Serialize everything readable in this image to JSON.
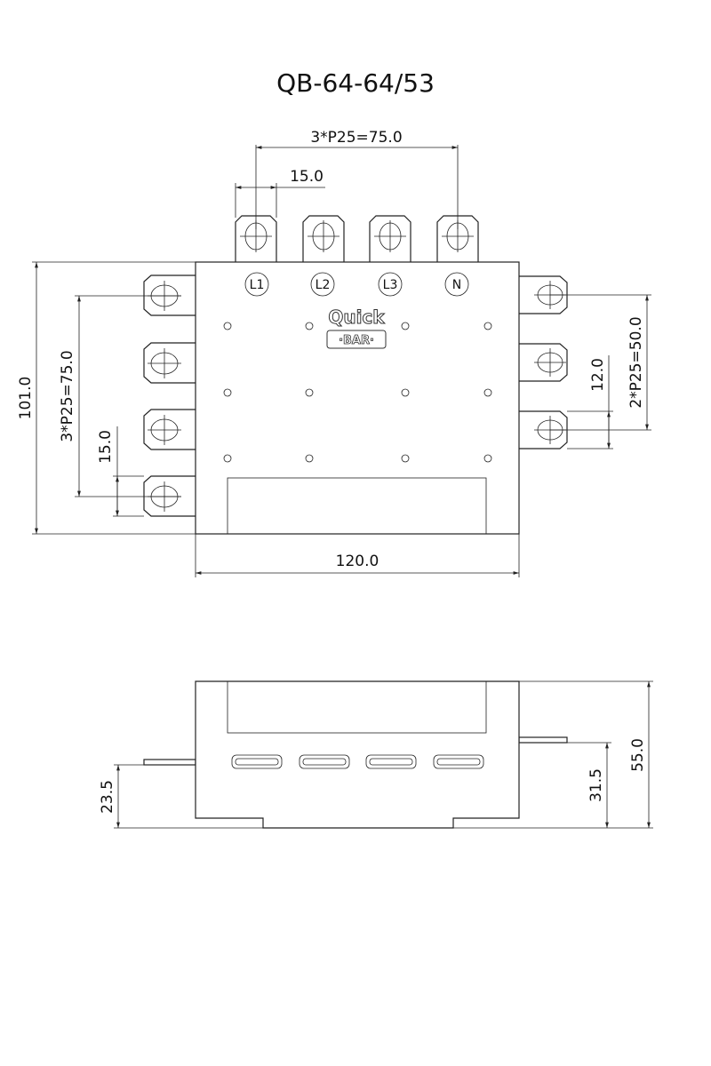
{
  "title": "QB-64-64/53",
  "logo": {
    "line1": "Quick",
    "line2": "·BAR·"
  },
  "terminals": [
    "L1",
    "L2",
    "L3",
    "N"
  ],
  "dimensions": {
    "top_pitch": "3*P25=75.0",
    "top_tab_width": "15.0",
    "left_pitch": "3*P25=75.0",
    "left_tab_width": "15.0",
    "right_pitch": "2*P25=50.0",
    "right_tab_width": "12.0",
    "height": "101.0",
    "width": "120.0",
    "side_height": "55.0",
    "side_left_tab_height": "23.5",
    "side_right_tab_height": "31.5"
  }
}
